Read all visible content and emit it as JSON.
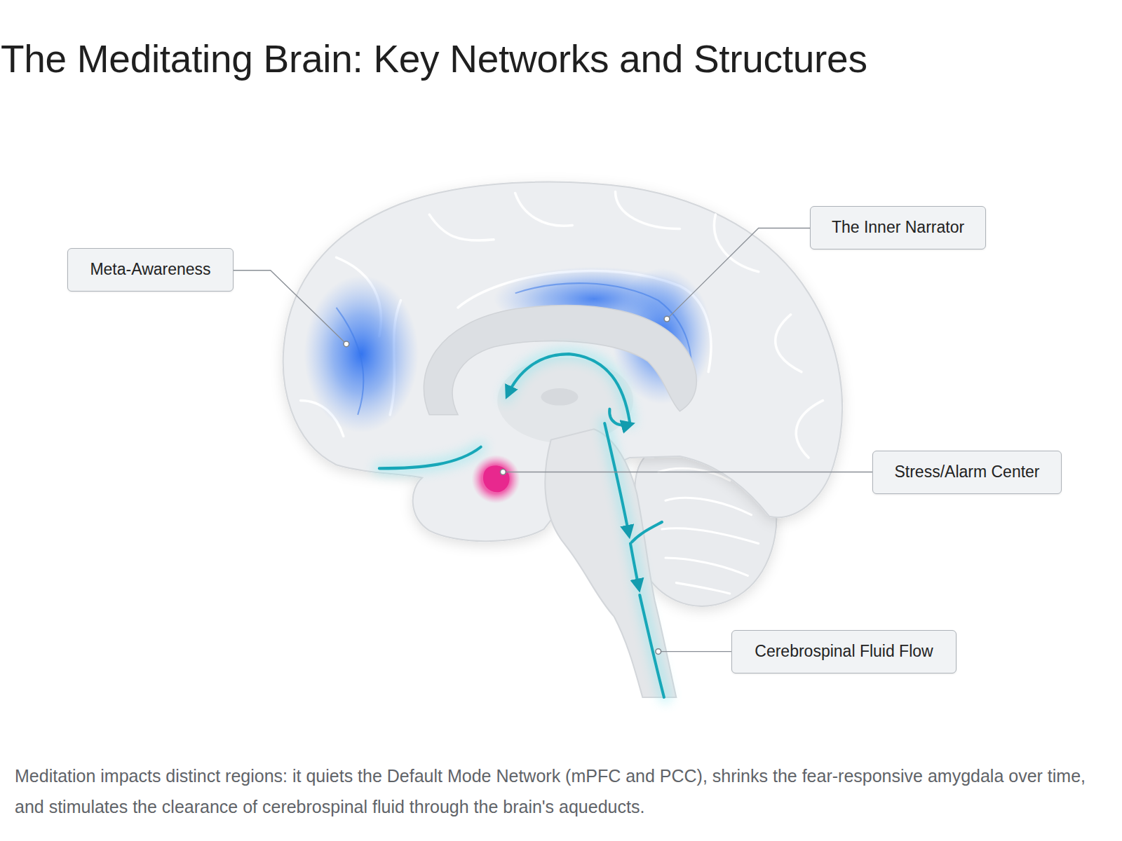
{
  "diagram": {
    "title": "The Meditating Brain: Key Networks and Structures",
    "caption": "Meditation impacts distinct regions: it quiets the Default Mode Network (mPFC and PCC), shrinks the fear-responsive amygdala over time, and stimulates the clearance of cerebrospinal fluid through the brain's aqueducts.",
    "nodes": [
      {
        "text": [
          "The Inner Narrator"
        ]
      },
      {
        "text": [
          "Meta-Awareness"
        ]
      },
      {
        "text": [
          "Stress/Alarm Center"
        ]
      },
      {
        "text": [
          "Cerebrospinal Fluid Flow"
        ]
      }
    ]
  }
}
